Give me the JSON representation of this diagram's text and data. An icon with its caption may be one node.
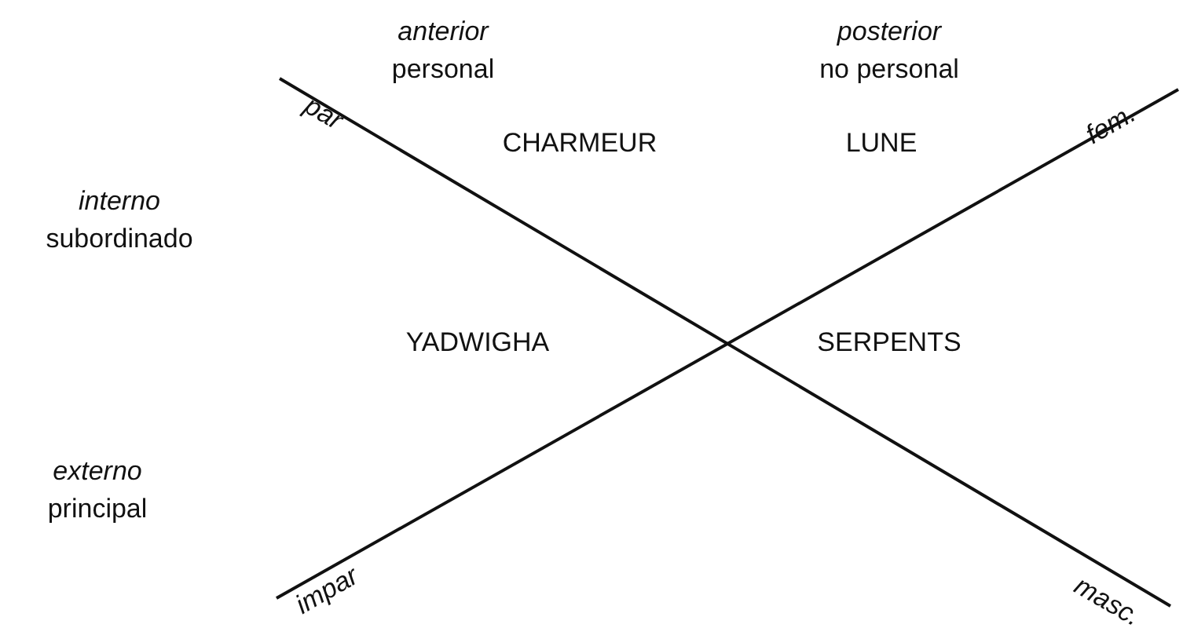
{
  "diagram": {
    "labels": [
      "anterior",
      "personal",
      "posterior",
      "no personal",
      "par",
      "CHARMEUR",
      "LUNE",
      "fem.",
      "interno",
      "subordinado",
      "YADWIGHA",
      "SERPENTS",
      "externo",
      "principal",
      "impar",
      "masc."
    ]
  }
}
